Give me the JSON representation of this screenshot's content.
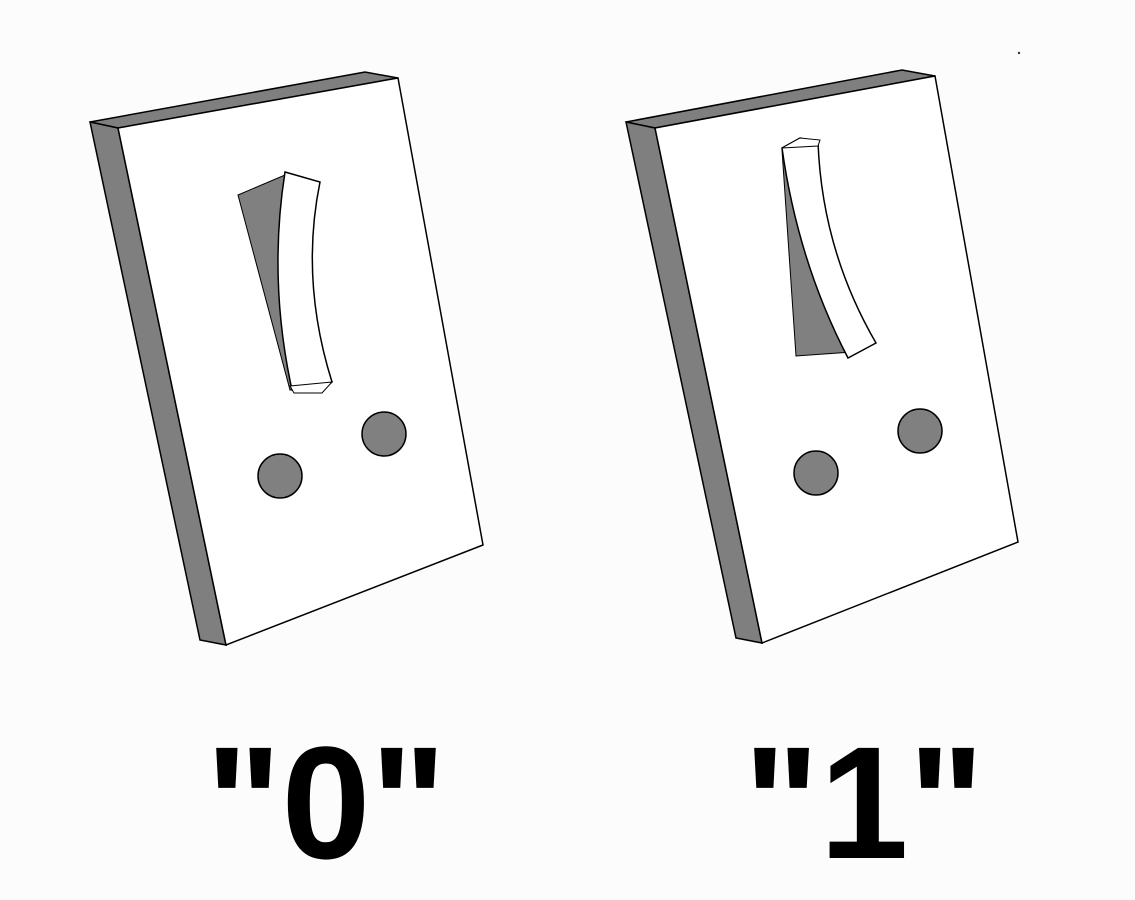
{
  "switches": [
    {
      "label": "\"0\"",
      "state": "off"
    },
    {
      "label": "\"1\"",
      "state": "on"
    }
  ],
  "colors": {
    "background": "#fdfcfd",
    "plate_face": "#ffffff",
    "plate_edge": "#808080",
    "outline": "#000000",
    "terminal": "#808080",
    "label": "#000000"
  }
}
